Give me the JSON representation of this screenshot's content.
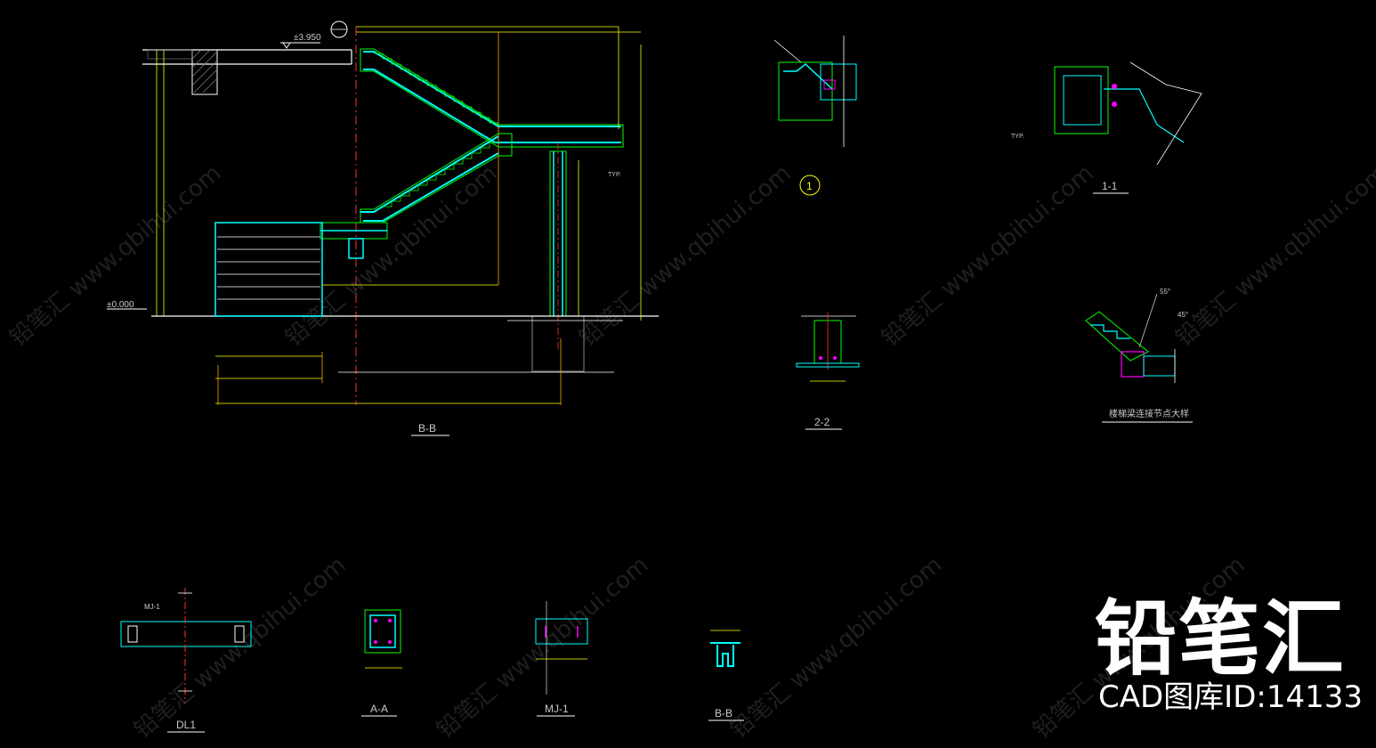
{
  "labels": {
    "level_top": "±3.950",
    "level_zero": "±0.000",
    "section_bb_main": "B-B",
    "section_11": "1-1",
    "section_22": "2-2",
    "detail_1": "1",
    "joint_note": "楼梯梁连接节点大样",
    "dl1": "DL1",
    "aa": "A-A",
    "mj1": "MJ-1",
    "bb_small": "B-B",
    "mj1_tag": "MJ-1",
    "typ1": "TYP.",
    "typ2": "TYP.",
    "angle1": "55°",
    "angle2": "45°"
  },
  "brand": {
    "name": "铅笔汇",
    "id_text": "CAD图库ID:14133"
  },
  "watermark": {
    "text": "铅笔汇 www.qbihui.com"
  },
  "colors": {
    "background": "#000000",
    "green": "#00ff00",
    "cyan": "#00ffff",
    "yellow": "#ffff00",
    "orange": "#ffa500",
    "red": "#ff3030",
    "white": "#ffffff",
    "magenta": "#ff00ff",
    "gray": "#9a9a9a"
  }
}
